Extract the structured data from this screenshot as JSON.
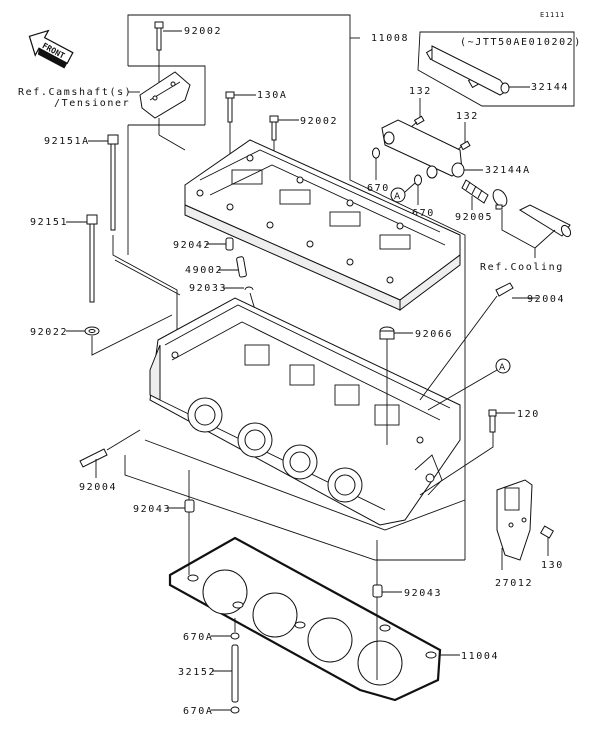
{
  "diagram": {
    "code": "E1111",
    "front_arrow_label": "FRONT",
    "variant_note": "(~JTT50AE010202)",
    "reference_labels": {
      "camshaft_line1": "Ref.Camshaft(s)",
      "camshaft_line2": "/Tensioner",
      "cooling": "Ref.Cooling"
    },
    "callout_marker": "A",
    "parts": [
      {
        "id": "p-92002-top",
        "number": "92002"
      },
      {
        "id": "p-11008",
        "number": "11008"
      },
      {
        "id": "p-32144",
        "number": "32144"
      },
      {
        "id": "p-132-a",
        "number": "132"
      },
      {
        "id": "p-132-b",
        "number": "132"
      },
      {
        "id": "p-130A",
        "number": "130A"
      },
      {
        "id": "p-92002-mid",
        "number": "92002"
      },
      {
        "id": "p-92151A",
        "number": "92151A"
      },
      {
        "id": "p-32144A",
        "number": "32144A"
      },
      {
        "id": "p-670-a",
        "number": "670"
      },
      {
        "id": "p-670-b",
        "number": "670"
      },
      {
        "id": "p-92005",
        "number": "92005"
      },
      {
        "id": "p-92151",
        "number": "92151"
      },
      {
        "id": "p-92042",
        "number": "92042"
      },
      {
        "id": "p-49002",
        "number": "49002"
      },
      {
        "id": "p-92033",
        "number": "92033"
      },
      {
        "id": "p-92004-right",
        "number": "92004"
      },
      {
        "id": "p-92022",
        "number": "92022"
      },
      {
        "id": "p-92066",
        "number": "92066"
      },
      {
        "id": "p-120",
        "number": "120"
      },
      {
        "id": "p-92004-left",
        "number": "92004"
      },
      {
        "id": "p-92043-top",
        "number": "92043"
      },
      {
        "id": "p-27012",
        "number": "27012"
      },
      {
        "id": "p-130",
        "number": "130"
      },
      {
        "id": "p-92043-bottom",
        "number": "92043"
      },
      {
        "id": "p-670A-top",
        "number": "670A"
      },
      {
        "id": "p-11004",
        "number": "11004"
      },
      {
        "id": "p-32152",
        "number": "32152"
      },
      {
        "id": "p-670A-bottom",
        "number": "670A"
      }
    ]
  }
}
